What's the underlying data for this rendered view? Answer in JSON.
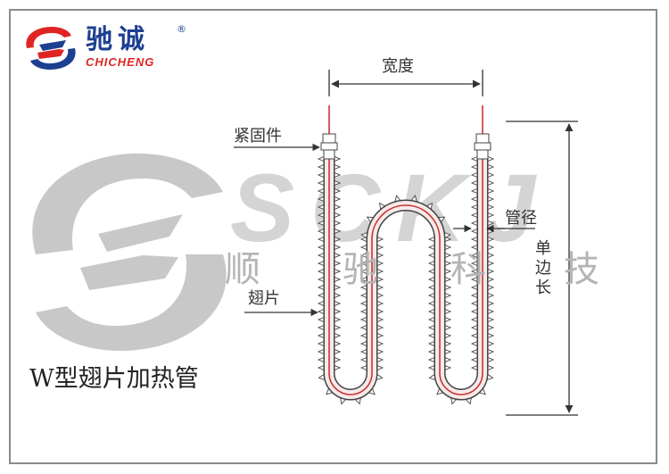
{
  "logo": {
    "name_cn": "驰诚",
    "registered": "®",
    "name_en": "CHICHENG"
  },
  "watermark": {
    "letters": "SCKJ",
    "chars": [
      "顺",
      "驰",
      "科",
      "技"
    ]
  },
  "labels": {
    "width": "宽度",
    "fastener": "紧固件",
    "pipe_diameter": "管径",
    "fin": "翅片",
    "single_side_length": "单边长"
  },
  "title": "W型翅片加热管",
  "colors": {
    "logo_blue": "#1d3f91",
    "logo_red": "#e02424",
    "watermark_gray": "#bdbdbd",
    "tube_red": "#cc3333",
    "line": "#444444"
  }
}
